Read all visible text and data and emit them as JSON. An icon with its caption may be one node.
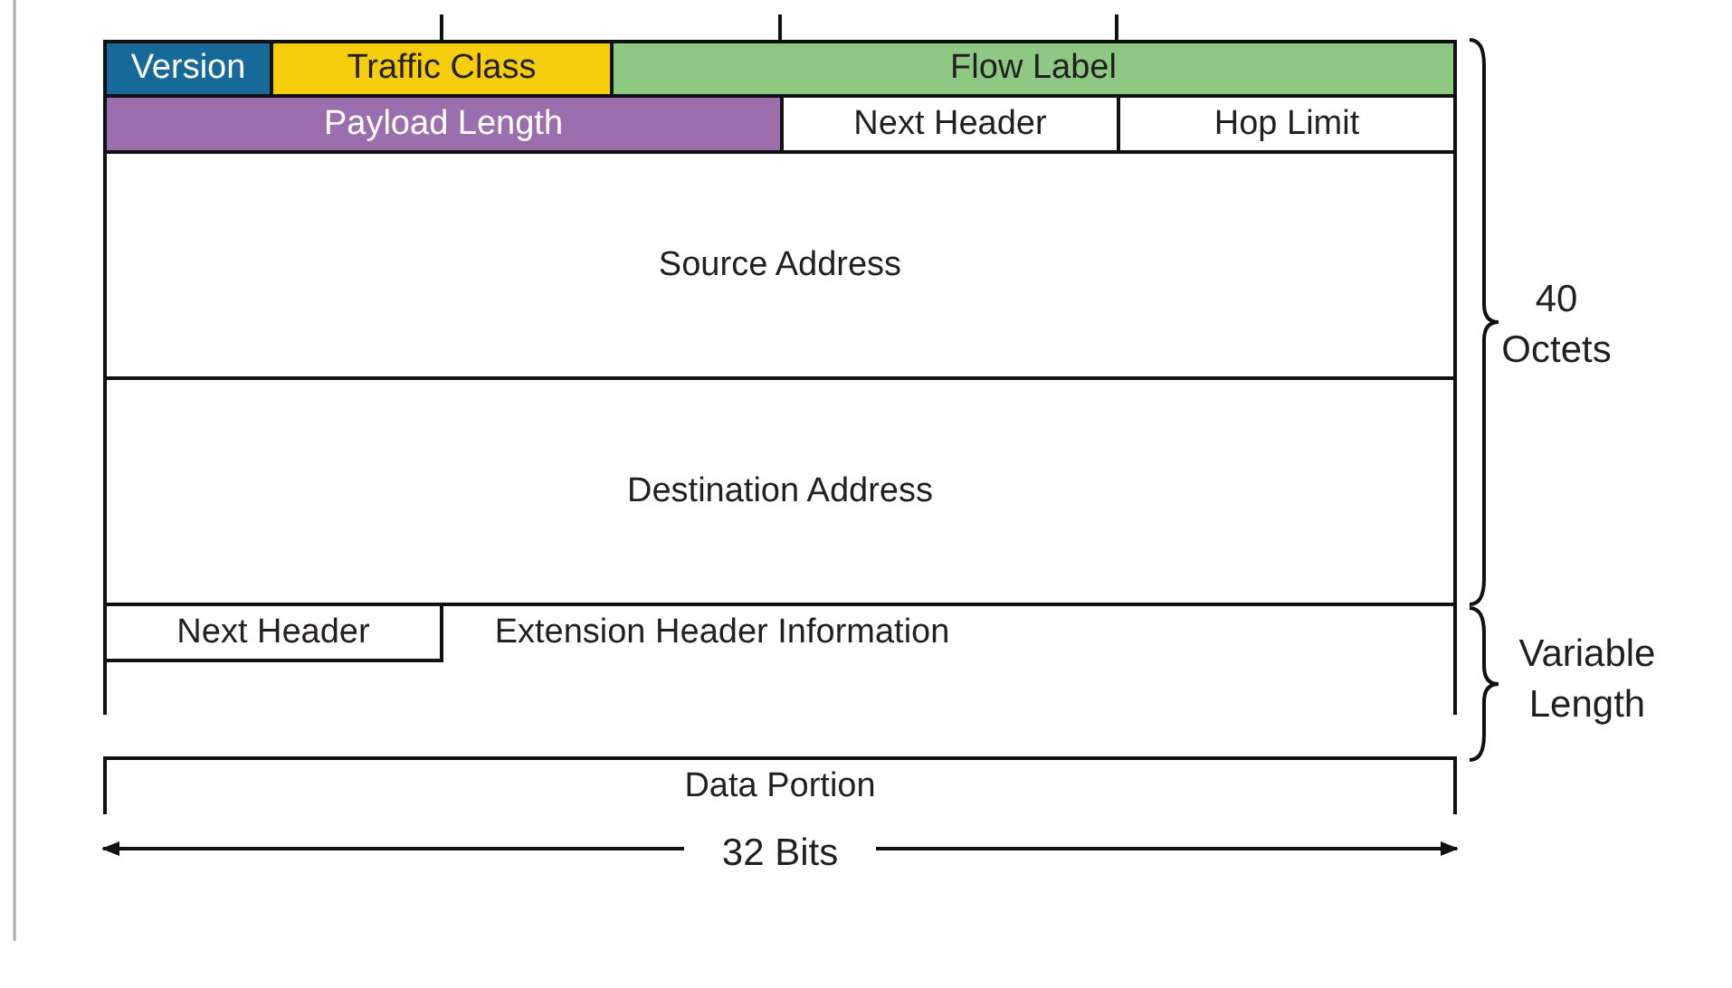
{
  "diagram": {
    "nodes": [
      {
        "text": [
          "Version"
        ]
      },
      {
        "text": [
          "Traffic Class"
        ]
      },
      {
        "text": [
          "Flow Label"
        ]
      },
      {
        "text": [
          "Payload Length"
        ]
      },
      {
        "text": [
          "Next Header"
        ]
      },
      {
        "text": [
          "Hop Limit"
        ]
      },
      {
        "text": [
          "Source Address"
        ]
      },
      {
        "text": [
          "Destination Address"
        ]
      },
      {
        "text": [
          "Extension Header Information"
        ]
      },
      {
        "text": [
          "Next Header"
        ],
        "in": 8
      },
      {
        "text": [
          "Data Portion"
        ]
      }
    ],
    "edges": [],
    "labels": [
      "40 Octets",
      "Variable Length",
      "32 Bits"
    ]
  }
}
